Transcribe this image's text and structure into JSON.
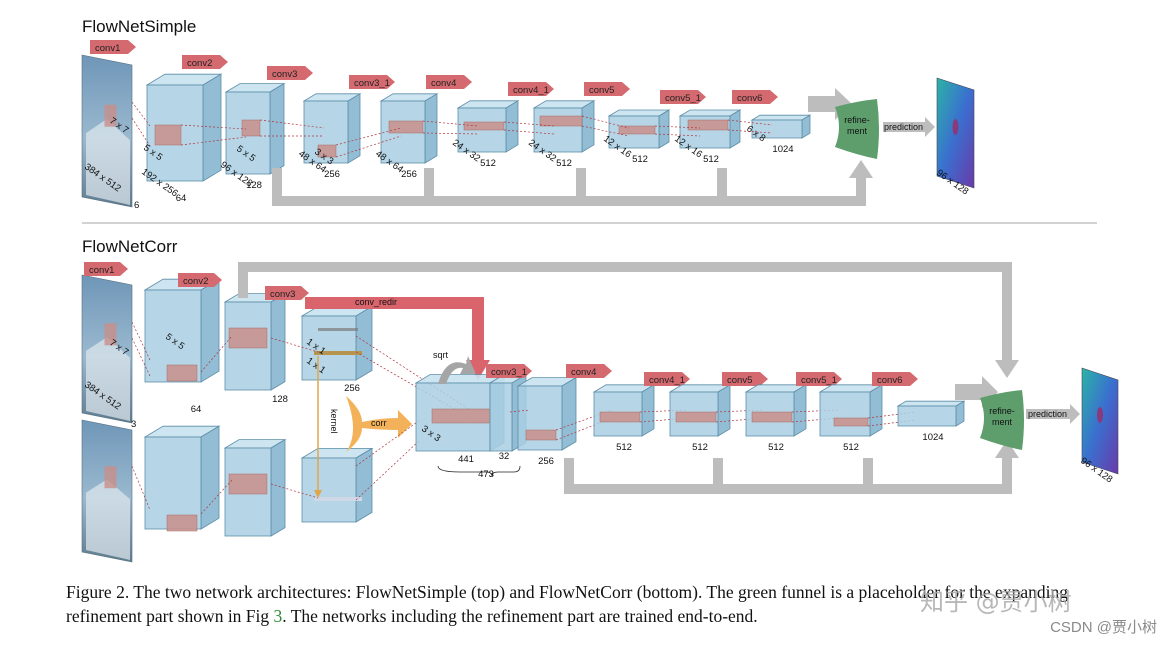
{
  "colors": {
    "box_front": "#a9cfe3",
    "box_top": "#c8e2ef",
    "box_side": "#86b6cf",
    "box_edge": "#5d8ea8",
    "kernel_fill": "#c98f8a",
    "label_arrow": "#d46a6f",
    "refine_green": "#5e9e6c",
    "skip_gray": "#bdbdbd",
    "corr_orange": "#f3b25a",
    "redir_red": "#d9646c",
    "caption_link": "#2e8b3a"
  },
  "top": {
    "title": "FlowNetSimple",
    "input": {
      "dims": "384 x 512",
      "channels": "6",
      "kernel": "7 x 7"
    },
    "layer_labels": [
      "conv1",
      "conv2",
      "conv3",
      "conv3_1",
      "conv4",
      "conv4_1",
      "conv5",
      "conv5_1",
      "conv6"
    ],
    "kernels": [
      "5 x 5",
      "5 x 5",
      "3 x 3",
      "",
      "",
      "",
      "",
      ""
    ],
    "spatial": [
      "192 x 256",
      "96 x 128",
      "48 x 64",
      "48 x 64",
      "24 x 32",
      "24 x 32",
      "12 x 16",
      "12 x 16",
      "6 x 8"
    ],
    "channels": [
      "64",
      "128",
      "256",
      "256",
      "512",
      "512",
      "512",
      "512",
      "1024"
    ],
    "refinement": "refine-\nment",
    "prediction": "prediction",
    "output_dims": "96 x 128"
  },
  "bottom": {
    "title": "FlowNetCorr",
    "input": {
      "dims": "384 x 512",
      "channels": "3",
      "kernel": "7 x 7"
    },
    "layer_labels": [
      "conv1",
      "conv2",
      "conv3",
      "conv3_1",
      "conv4",
      "conv4_1",
      "conv5",
      "conv5_1",
      "conv6"
    ],
    "kernels": [
      "5 x 5",
      "1 x 1",
      "1 x 1",
      "3 x 3"
    ],
    "channels": [
      "64",
      "128",
      "256",
      "256",
      "512",
      "512",
      "512",
      "512",
      "1024"
    ],
    "conv_redir": "conv_redir",
    "corr": "corr",
    "kernel_label": "kernel",
    "sqrt": "sqrt",
    "merge_counts": [
      "441",
      "32",
      "473"
    ],
    "refinement": "refine-\nment",
    "prediction": "prediction",
    "output_dims": "96 x 128"
  },
  "caption": {
    "part1": "Figure 2. The two network architectures: FlowNetSimple (top) and FlowNetCorr (bottom). The green funnel is a placeholder for the expanding refinement part shown in Fig ",
    "figref": "3",
    "part2": ". The networks including the refinement part are trained end-to-end."
  },
  "watermarks": {
    "zhihu": "知乎 @贾小树",
    "csdn": "CSDN @贾小树"
  }
}
